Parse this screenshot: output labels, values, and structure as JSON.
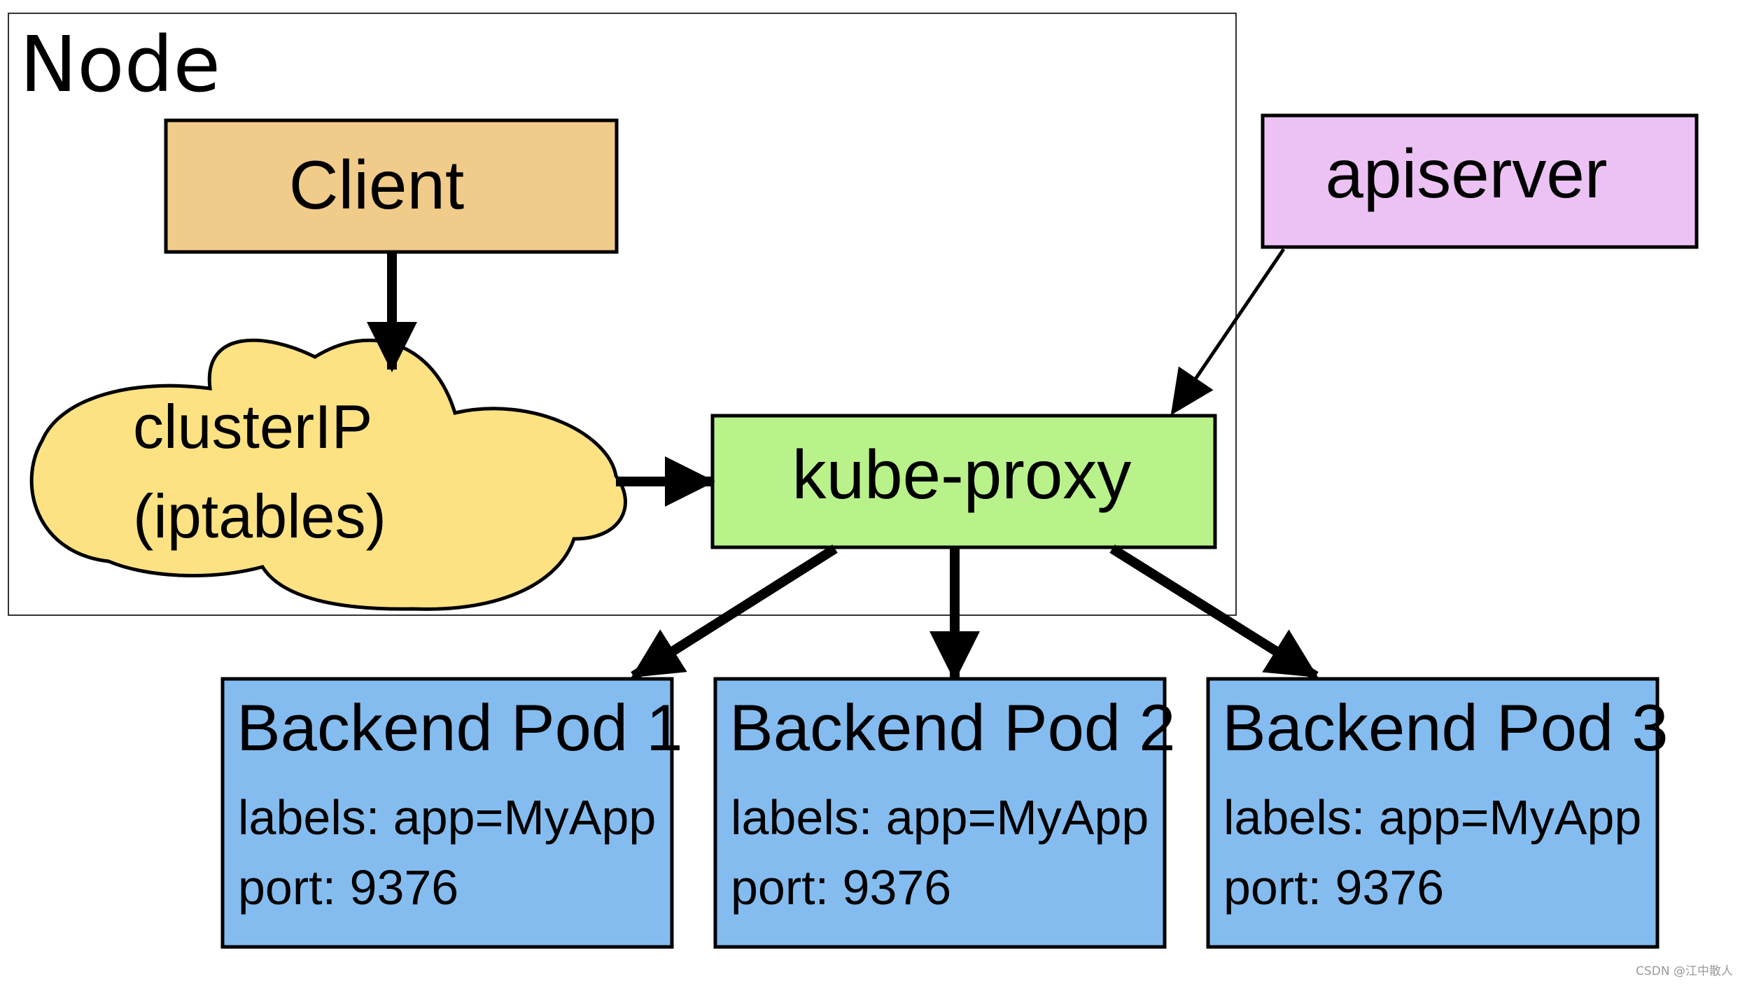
{
  "node": {
    "title": "Node"
  },
  "client": {
    "label": "Client",
    "color": "#f1cb89"
  },
  "cluster_ip": {
    "line1": "clusterIP",
    "line2": "(iptables)",
    "color": "#fde283"
  },
  "kube_proxy": {
    "label": "kube-proxy",
    "color": "#b9f28a"
  },
  "apiserver": {
    "label": "apiserver",
    "color": "#ecc2f5"
  },
  "pods": [
    {
      "title": "Backend Pod 1",
      "labels": "labels: app=MyApp",
      "port": "port: 9376"
    },
    {
      "title": "Backend Pod 2",
      "labels": "labels: app=MyApp",
      "port": "port: 9376"
    },
    {
      "title": "Backend Pod 3",
      "labels": "labels: app=MyApp",
      "port": "port: 9376"
    }
  ],
  "pod_color": "#85bcef",
  "watermark": "CSDN @江中散人"
}
